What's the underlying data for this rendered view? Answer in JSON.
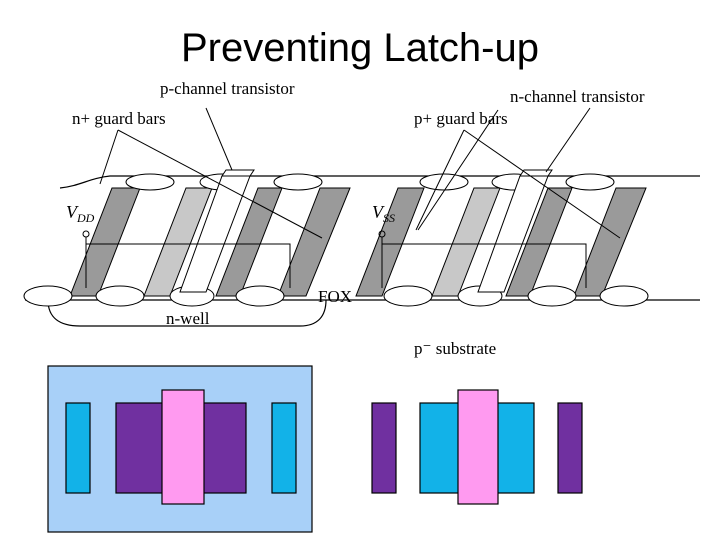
{
  "title": "Preventing Latch-up",
  "labels": {
    "p_channel": "p-channel transistor",
    "n_channel": "n-channel transistor",
    "n_guard": "n+ guard bars",
    "p_guard": "p+ guard bars",
    "vdd_main": "V",
    "vdd_sub": "DD",
    "vss_main": "V",
    "vss_sub": "SS",
    "fox": "FOX",
    "nwell": "n-well",
    "psub": "p⁻ substrate"
  },
  "colors": {
    "well_fill": "#a8d0f8",
    "n_diff": "#12b2e8",
    "p_diff": "#7030a0",
    "poly": "#ff9af0",
    "oxide_gray": "#c8c8c8",
    "dark_gray": "#9a9a9a"
  }
}
